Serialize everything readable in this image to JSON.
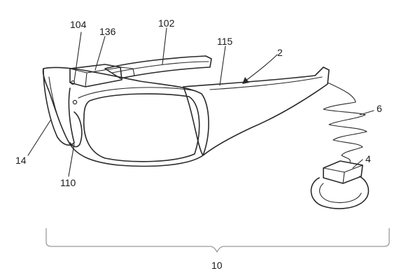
{
  "reference_numerals": {
    "system": "10",
    "glasses": "2",
    "wrist_unit": "4",
    "cable": "6",
    "temple_module": "102",
    "button": "104",
    "housing": "136",
    "frame_top": "115",
    "lens_side": "14",
    "hinge_sensor": "110"
  },
  "colors": {
    "line": "#2a2a2a",
    "bracket": "#9a9a9a",
    "background": "#ffffff"
  }
}
